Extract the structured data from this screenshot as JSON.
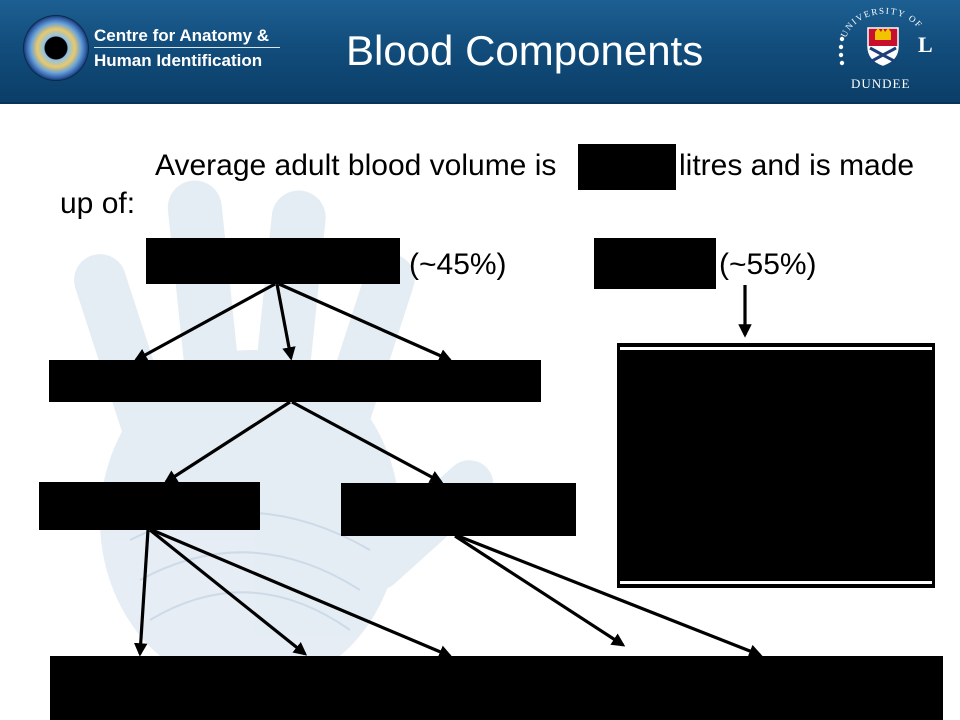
{
  "header": {
    "org_line1": "Centre for Anatomy &",
    "org_line2": "Human Identification",
    "title": "Blood Components",
    "university_arc": "UNIVERSITY OF",
    "university_name": "DUNDEE"
  },
  "intro": {
    "line1_start": "Average adult blood volume is",
    "line1_end": "litres and is made",
    "line2": "up of:"
  },
  "labels": {
    "cells_percent": "(~45%)",
    "plasma_percent": "(~55%)"
  },
  "colors": {
    "header_bg": "#124d7c",
    "redaction": "#000000",
    "arrow": "#000000"
  },
  "icons": {
    "left_logo": "eye-iris-logo-icon",
    "university_crest": "university-crest-icon"
  }
}
